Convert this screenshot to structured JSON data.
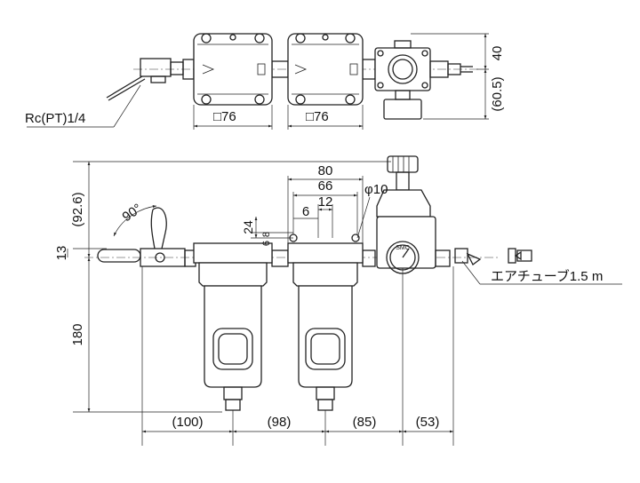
{
  "labels": {
    "port_thread": "Rc(PT)1/4",
    "square_1": "□76",
    "square_2": "□76",
    "dim_40": "40",
    "dim_60_5": "(60.5)",
    "dim_80": "80",
    "dim_66": "66",
    "dim_phi10": "φ10",
    "dim_6": "6",
    "dim_12": "12",
    "dim_24": "24",
    "dim_8": "8",
    "dim_6b": "6",
    "dim_92_6": "(92.6)",
    "angle_90": "90°",
    "dim_13": "13",
    "dim_180": "180",
    "dim_100": "(100)",
    "dim_98": "(98)",
    "dim_85": "(85)",
    "dim_53": "(53)",
    "air_tube": "エアチューブ1.5 m",
    "brand": "SMC"
  }
}
